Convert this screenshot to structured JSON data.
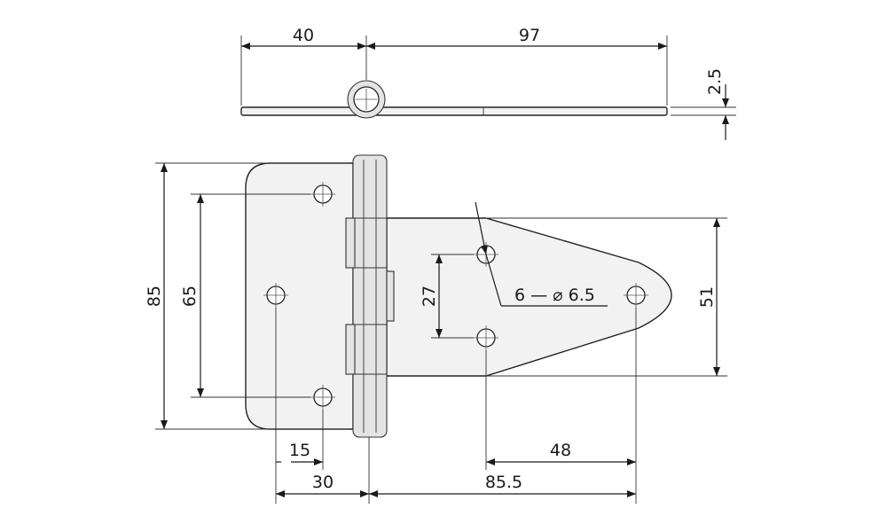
{
  "dimensions": {
    "top_left_width": "40",
    "top_right_width": "97",
    "thickness": "2.5",
    "overall_height": "85",
    "left_hole_spacing": "65",
    "right_hole_spacing": "27",
    "strap_height": "51",
    "hole_spec": "6 — ⌀ 6.5",
    "edge_offset": "15",
    "left_hole_to_pin": "30",
    "pin_to_tip_hole": "85.5",
    "right_hole_row_spacing": "48"
  }
}
